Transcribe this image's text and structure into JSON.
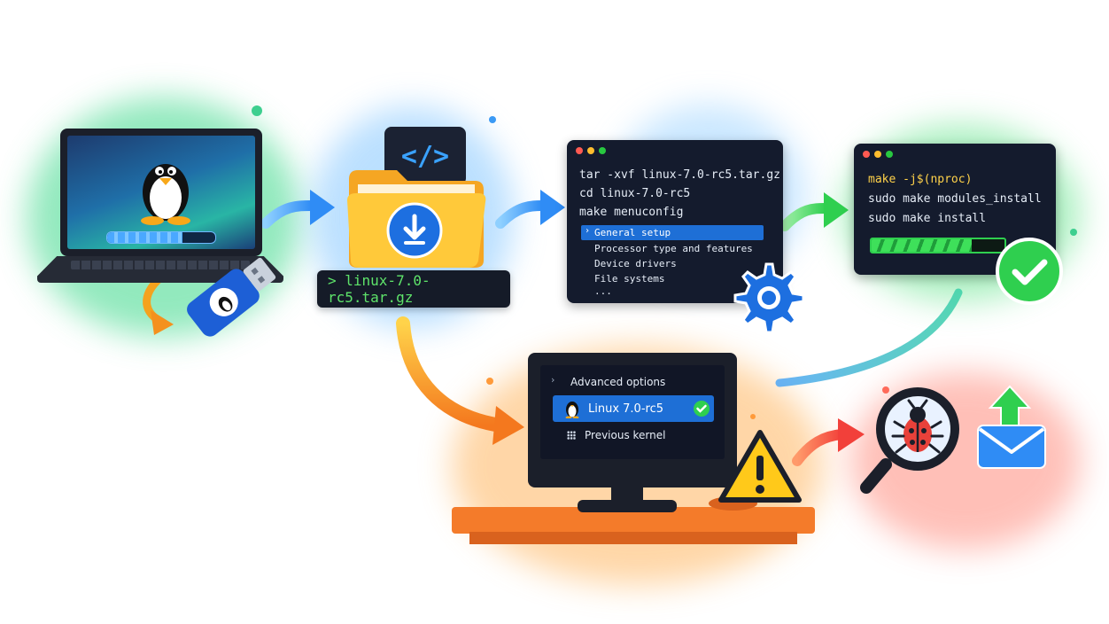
{
  "folder": {
    "code_symbol": "</>",
    "filename": "> linux-7.0-rc5.tar.gz"
  },
  "terminal_config": {
    "lines": [
      "tar -xvf linux-7.0-rc5.tar.gz",
      "cd linux-7.0-rc5",
      "make menuconfig"
    ],
    "menu": [
      {
        "label": "General setup",
        "selected": true
      },
      {
        "label": "Processor type and features",
        "selected": false
      },
      {
        "label": "Device drivers",
        "selected": false
      },
      {
        "label": "File systems",
        "selected": false
      },
      {
        "label": "...",
        "selected": false
      }
    ]
  },
  "terminal_build": {
    "lines": [
      "make -j$(nproc)",
      "sudo make modules_install",
      "sudo make install"
    ],
    "progress": 0.75
  },
  "boot_menu": {
    "header": "Advanced options",
    "items": [
      {
        "label": "Linux 7.0-rc5",
        "selected": true
      },
      {
        "label": "Previous kernel",
        "selected": false
      }
    ]
  },
  "laptop": {
    "progress": 0.7
  },
  "colors": {
    "terminal_bg": "#141b2d",
    "menu_highlight": "#1e6fd6",
    "success_green": "#2fcf4f",
    "warning_yellow": "#ffc91a",
    "arrow_blue": "#2f8cf5",
    "arrow_green": "#2fcf4f",
    "arrow_orange": "#f4911e",
    "arrow_red": "#f2483a"
  },
  "icons": [
    "linux-penguin-icon",
    "usb-drive-icon",
    "folder-icon",
    "download-icon",
    "code-icon",
    "gear-icon",
    "check-icon",
    "warning-icon",
    "magnifier-bug-icon",
    "email-upload-icon"
  ]
}
